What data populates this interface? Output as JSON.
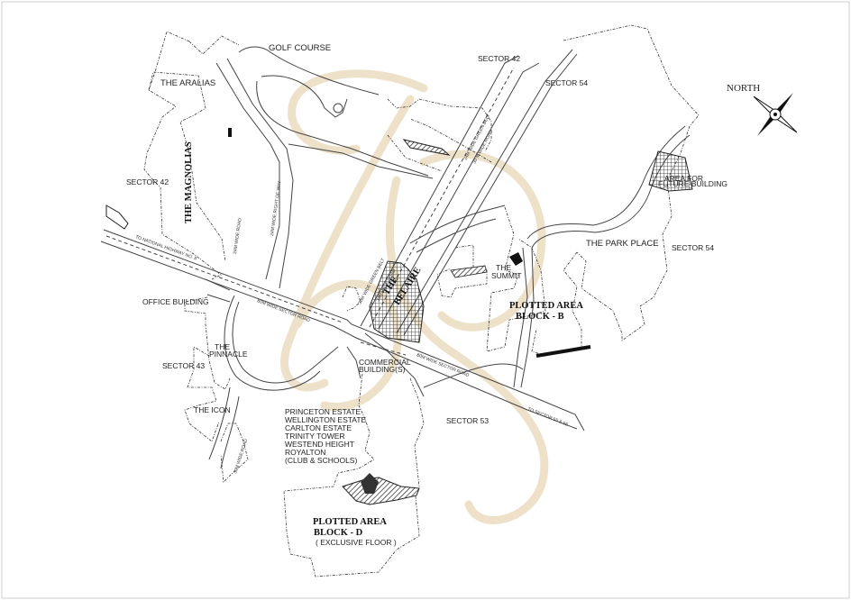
{
  "labels": {
    "golf_course": "GOLF COURSE",
    "the_aralias": "THE ARALIAS",
    "the_magnolias": "THE MAGNOLIAS",
    "sector_42_top": "SECTOR 42",
    "sector_42_left": "SECTOR 42",
    "sector_54_top": "SECTOR 54",
    "sector_54_right": "SECTOR 54",
    "sector_43": "SECTOR 43",
    "sector_53": "SECTOR 53",
    "office_building": "OFFICE BUILDING",
    "the_pinnacle": [
      "THE",
      "PINNACLE"
    ],
    "the_icon": "THE ICON",
    "the_belaire": [
      "THE",
      "BELAIRE"
    ],
    "the_summit": [
      "THE",
      "SUMMIT"
    ],
    "the_park_place": "THE PARK PLACE",
    "area_for_future_building": [
      "AREA FOR",
      "FUTURE BUILDING"
    ],
    "commercial_buildings": [
      "COMMERCIAL",
      "BUILDING(S)"
    ],
    "plotted_b": [
      "PLOTTED AREA",
      "BLOCK  -  B"
    ],
    "plotted_d": [
      "PLOTTED AREA",
      "BLOCK  -  D"
    ],
    "exclusive_floor": "( EXCLUSIVE FLOOR )",
    "estates": [
      "PRINCETON ESTATE",
      "WELLINGTON ESTATE",
      "CARLTON ESTATE",
      "TRINITY TOWER",
      "WESTEND HEIGHT",
      "ROYALTON",
      "(CLUB & SCHOOLS)"
    ]
  },
  "roads": {
    "to_nh8": "TO NATIONAL HIGHWAY NO. 8",
    "to_sector": "TO SECTOR 55 & 56",
    "sector_road_left": "80M WIDE SECTOR ROAD",
    "sector_road_right": "80M WIDE SECTOR ROAD",
    "green_belt": "30M WIDE GREEN BELT",
    "wide_road_right": "30M WIDE ROAD",
    "wide_road_left": "30M WIDE ROAD",
    "green_belt_top": "24M WIDE GREEN BELT",
    "wide_road_top": "30 M WIDE ROAD",
    "road_vertical": "24M WIDE ROAD",
    "road_vertical2": "24M WIDE RIGHT OF WAY"
  },
  "compass": {
    "label": "NORTH"
  },
  "colors": {
    "watermark": "#ecdcc0",
    "ink": "#222222",
    "frame": "#cfcfcf"
  }
}
